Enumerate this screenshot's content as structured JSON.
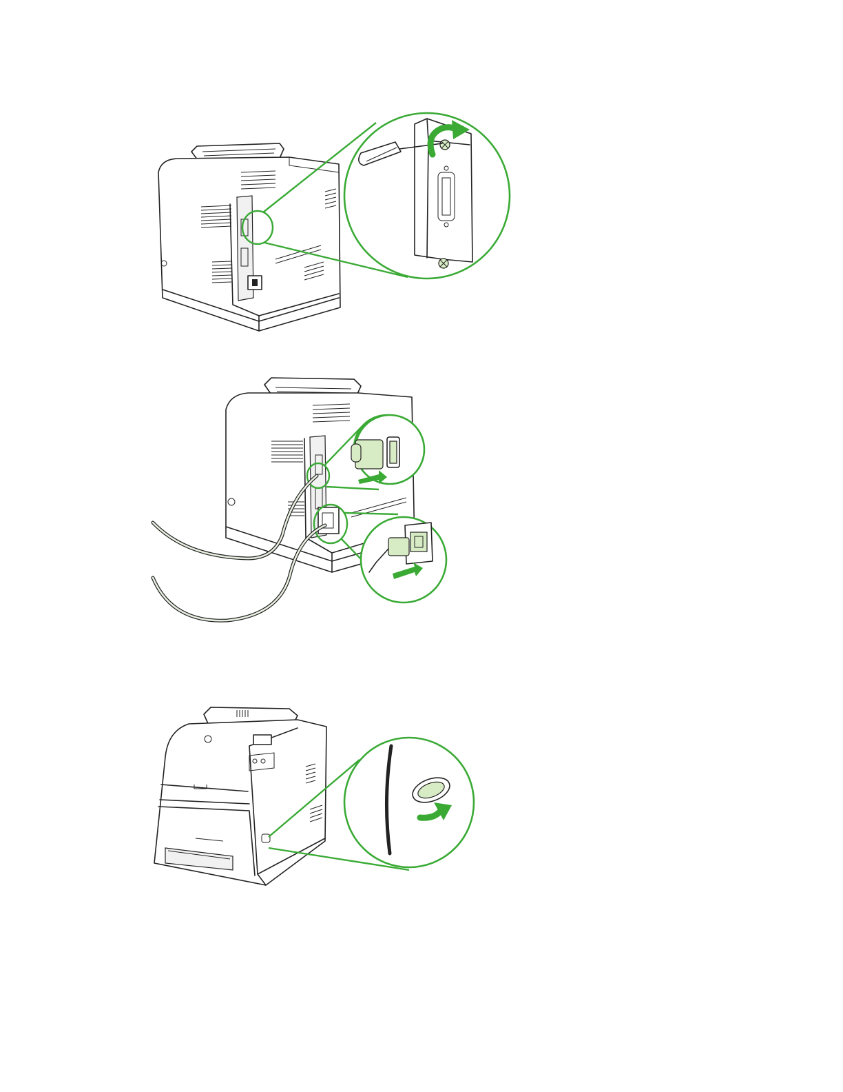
{
  "colors": {
    "accent": "#3aaa35",
    "highlight": "#d7ecc4",
    "line": "#222222",
    "background": "#ffffff"
  },
  "figures": [
    {
      "name": "figure-remove-formatter-cover",
      "icons": [
        "printer-rear-icon",
        "screwdriver-icon",
        "rotate-arrow-icon",
        "parallel-port-icon"
      ]
    },
    {
      "name": "figure-connect-cables",
      "icons": [
        "printer-rear-icon",
        "parallel-cable-icon",
        "power-cord-icon",
        "push-arrow-icon"
      ]
    },
    {
      "name": "figure-power-on",
      "icons": [
        "printer-front-icon",
        "power-button-icon",
        "rotate-arrow-icon"
      ]
    }
  ]
}
